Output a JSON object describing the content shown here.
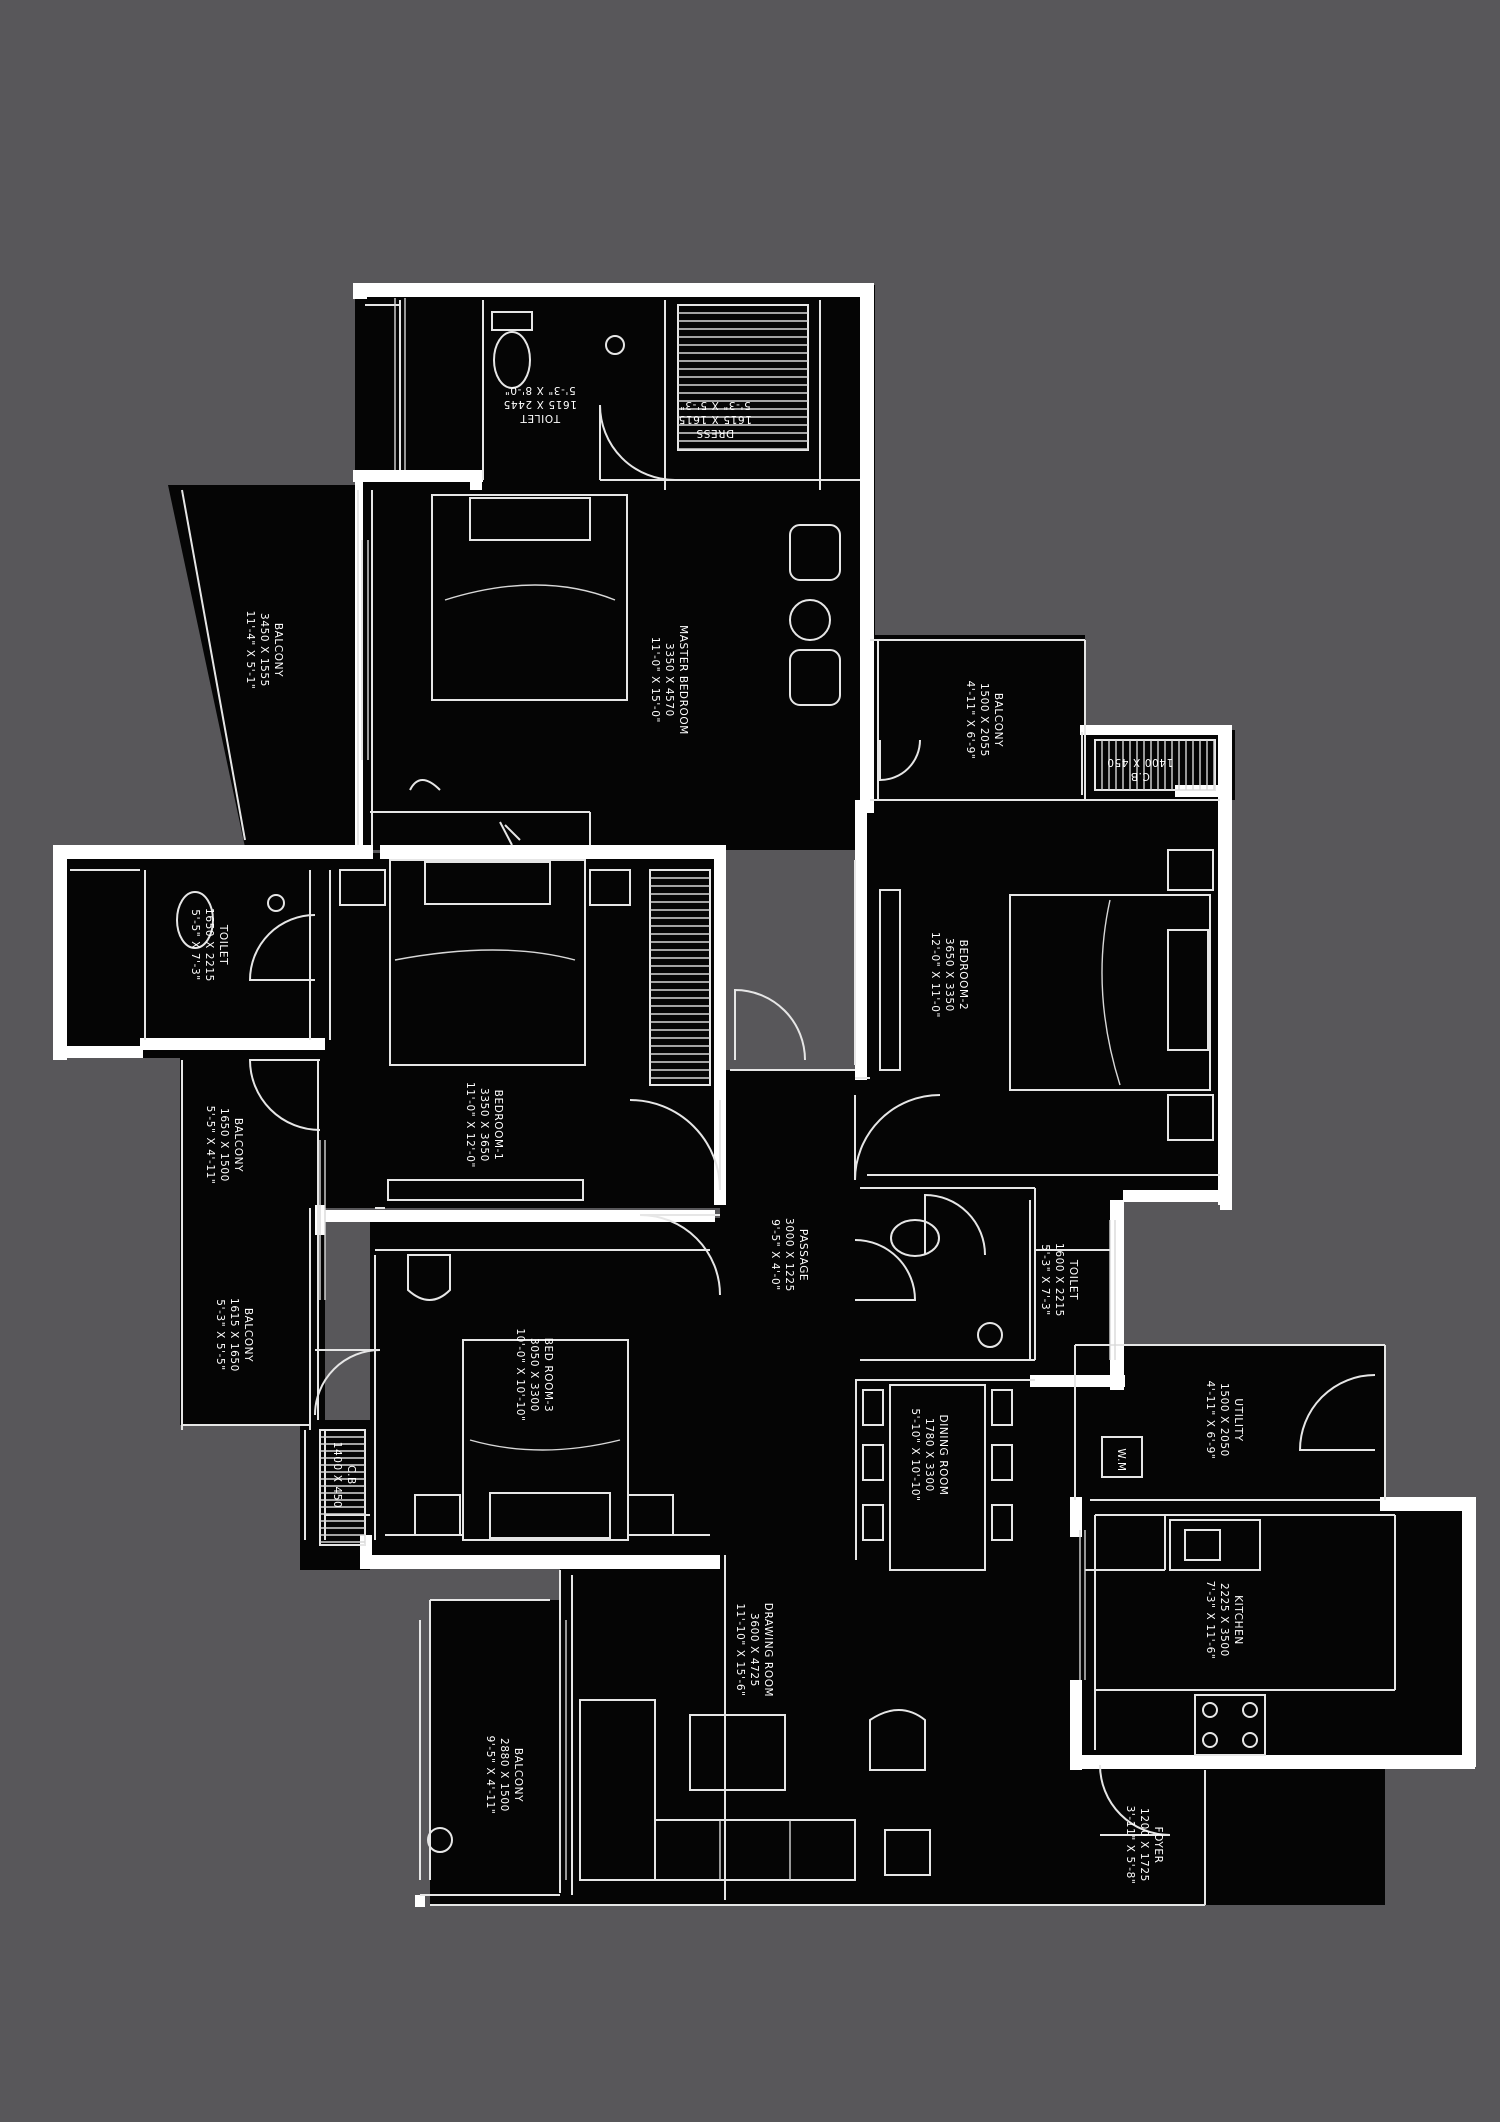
{
  "background_color": "#58575a",
  "floor_color": "#050505",
  "wall_color": "#ffffff",
  "rooms": [
    {
      "id": "toilet-master",
      "lines": [
        "TOILET",
        "1615 X 2445",
        "5'-3\" X 8'-0\""
      ]
    },
    {
      "id": "dress",
      "lines": [
        "DRESS",
        "1615 X 1615",
        "5'-3\" X 5'-3\""
      ]
    },
    {
      "id": "master-bedroom",
      "lines": [
        "MASTER BEDROOM",
        "3350 X 4570",
        "11'-0\" X 15'-0\""
      ]
    },
    {
      "id": "balcony-master",
      "lines": [
        "BALCONY",
        "3450 X 1555",
        "11'-4\" X 5'-1\""
      ]
    },
    {
      "id": "balcony-bed2",
      "lines": [
        "BALCONY",
        "1500 X 2055",
        "4'-11\" X 6'-9\""
      ]
    },
    {
      "id": "cb-bed2",
      "lines": [
        "C.B",
        "1400 X 450"
      ]
    },
    {
      "id": "bedroom-2",
      "lines": [
        "BEDROOM-2",
        "3650 X 3350",
        "12'-0\" X 11'-0\""
      ]
    },
    {
      "id": "toilet-bed1",
      "lines": [
        "TOILET",
        "1650 X 2215",
        "5'-5\" X 7'-3\""
      ]
    },
    {
      "id": "bedroom-1",
      "lines": [
        "BEDROOM-1",
        "3350 X 3650",
        "11'-0\" X 12'-0\""
      ]
    },
    {
      "id": "balcony-bed1",
      "lines": [
        "BALCONY",
        "1650 X 1500",
        "5'-5\" X 4'-11\""
      ]
    },
    {
      "id": "passage",
      "lines": [
        "PASSAGE",
        "3000 X 1225",
        "9'-5\" X 4'-0\""
      ]
    },
    {
      "id": "toilet-common",
      "lines": [
        "TOILET",
        "1600 X 2215",
        "5'-3\" X 7'-3\""
      ]
    },
    {
      "id": "balcony-bed3",
      "lines": [
        "BALCONY",
        "1615 X 1650",
        "5'-3\" X 5'-5\""
      ]
    },
    {
      "id": "bedroom-3",
      "lines": [
        "BED ROOM-3",
        "3050 X 3300",
        "10'-0\" X 10'-10\""
      ]
    },
    {
      "id": "cb-bed3",
      "lines": [
        "C.B",
        "1400 X 450"
      ]
    },
    {
      "id": "dining-room",
      "lines": [
        "DINING ROOM",
        "1780 X 3300",
        "5'-10\" X 10'-10\""
      ]
    },
    {
      "id": "utility",
      "lines": [
        "UTILITY",
        "1500 X 2050",
        "4'-11\" X 6'-9\""
      ]
    },
    {
      "id": "wm",
      "lines": [
        "W.M"
      ]
    },
    {
      "id": "kitchen",
      "lines": [
        "KITCHEN",
        "2225 X 3500",
        "7'-3\" X 11'-6\""
      ]
    },
    {
      "id": "drawing-room",
      "lines": [
        "DRAWING ROOM",
        "3600 X 4725",
        "11'-10\" X 15'-6\""
      ]
    },
    {
      "id": "balcony-drawing",
      "lines": [
        "BALCONY",
        "2880 X 1500",
        "9'-5\" X 4'-11\""
      ]
    },
    {
      "id": "foyer",
      "lines": [
        "FOYER",
        "1200 X 1725",
        "3'-11\" X 5'-8\""
      ]
    }
  ]
}
